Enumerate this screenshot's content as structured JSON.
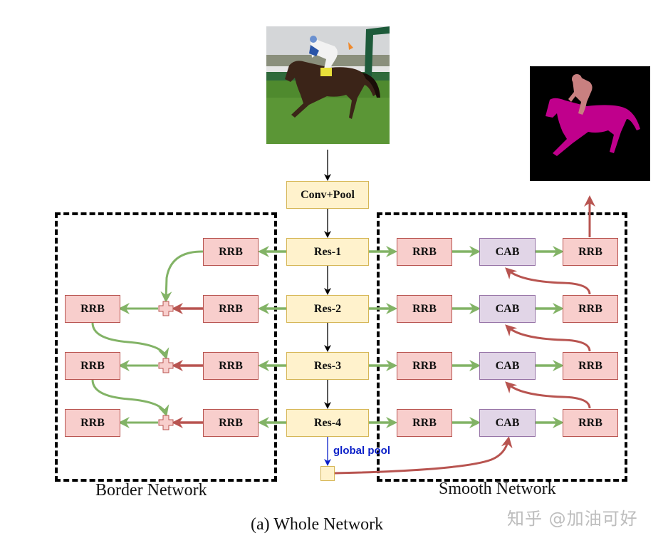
{
  "figure": {
    "caption": "(a) Whole Network",
    "watermark": "知乎 @加油可好",
    "colors": {
      "backbone_fill": "#fff2cc",
      "rrb_fill": "#f8cecc",
      "cab_fill": "#e1d5e7",
      "green_arrow": "#82b366",
      "red_arrow": "#b85450",
      "global_pool_text": "#0a1fc8"
    }
  },
  "input_image": {
    "name": "input-photo",
    "description": "jockey riding a brown horse on a grass track"
  },
  "output_image": {
    "name": "segmentation-mask",
    "description": "magenta horse and pink rider on black background",
    "colors": {
      "background": "#000000",
      "horse": "#c0008c",
      "person": "#c88080"
    }
  },
  "backbone": {
    "stem": "Conv+Pool",
    "stages": [
      "Res-1",
      "Res-2",
      "Res-3",
      "Res-4"
    ],
    "global_pool_label": "global pool"
  },
  "border_network": {
    "title": "Border Network",
    "inner_blocks": [
      "RRB",
      "RRB",
      "RRB",
      "RRB"
    ],
    "outer_blocks": [
      "RRB",
      "RRB",
      "RRB"
    ]
  },
  "smooth_network": {
    "title": "Smooth Network",
    "rows": [
      {
        "first": "RRB",
        "middle": "CAB",
        "last": "RRB"
      },
      {
        "first": "RRB",
        "middle": "CAB",
        "last": "RRB"
      },
      {
        "first": "RRB",
        "middle": "CAB",
        "last": "RRB"
      },
      {
        "first": "RRB",
        "middle": "CAB",
        "last": "RRB"
      }
    ]
  }
}
